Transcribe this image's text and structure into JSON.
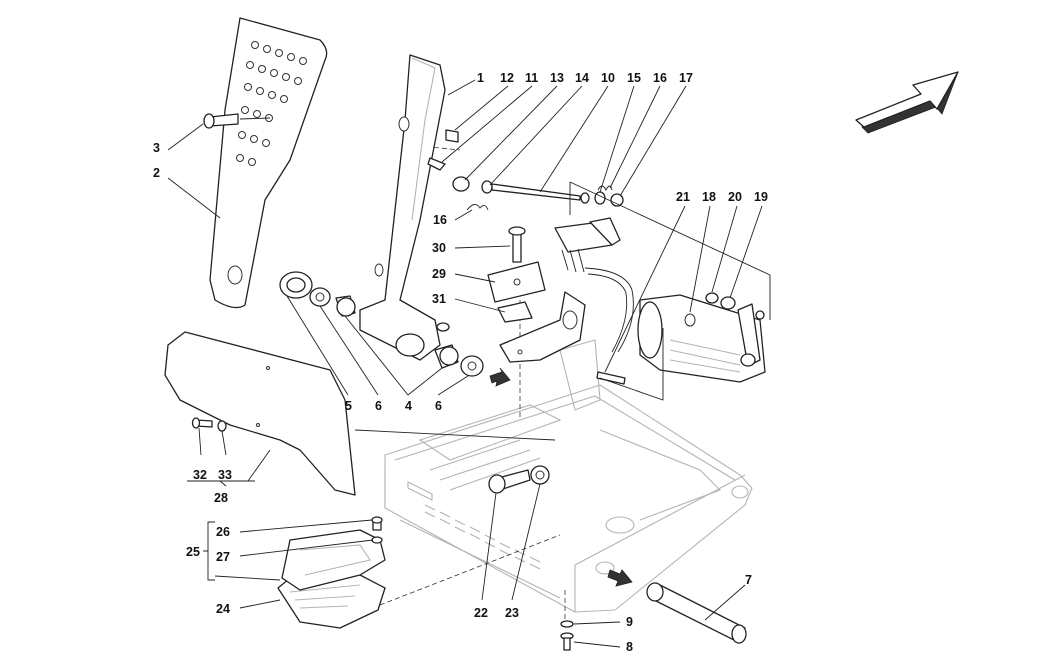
{
  "labels": {
    "l1": "1",
    "l2": "2",
    "l3": "3",
    "l4": "4",
    "l5": "5",
    "l6a": "6",
    "l6b": "6",
    "l7": "7",
    "l8": "8",
    "l9": "9",
    "l10": "10",
    "l11": "11",
    "l12": "12",
    "l13": "13",
    "l14": "14",
    "l15": "15",
    "l16a": "16",
    "l16b": "16",
    "l17": "17",
    "l18": "18",
    "l19": "19",
    "l20": "20",
    "l21": "21",
    "l22": "22",
    "l23": "23",
    "l24": "24",
    "l25": "25",
    "l26": "26",
    "l27": "27",
    "l28": "28",
    "l29": "29",
    "l30": "30",
    "l31": "31",
    "l32": "32",
    "l33": "33"
  }
}
